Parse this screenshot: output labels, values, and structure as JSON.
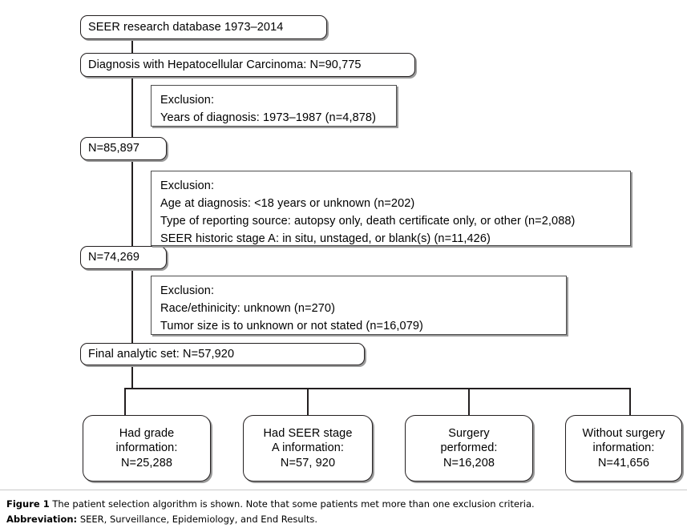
{
  "figure": {
    "nodes": {
      "source": "SEER research database 1973–2014",
      "diagnosis": "Diagnosis with Hepatocellular Carcinoma: N=90,775",
      "after_first": "N=85,897",
      "after_second": "N=74,269",
      "final": "Final analytic set: N=57,920"
    },
    "exclusions": [
      {
        "title": "Exclusion:",
        "lines": [
          "Years of diagnosis: 1973–1987 (n=4,878)"
        ]
      },
      {
        "title": "Exclusion:",
        "lines": [
          "Age at diagnosis: <18 years or unknown (n=202)",
          "Type of reporting source: autopsy only, death certificate only, or other (n=2,088)",
          "SEER historic stage A: in situ, unstaged, or blank(s) (n=11,426)"
        ]
      },
      {
        "title": "Exclusion:",
        "lines": [
          "Race/ethinicity: unknown (n=270)",
          "Tumor size is to unknown or not stated (n=16,079)"
        ]
      }
    ],
    "outcomes": [
      {
        "line1": "Had grade",
        "line2": "information:",
        "line3": "N=25,288"
      },
      {
        "line1": "Had SEER stage",
        "line2": "A information:",
        "line3": "N=57, 920"
      },
      {
        "line1": "Surgery",
        "line2": "performed:",
        "line3": "N=16,208"
      },
      {
        "line1": "Without surgery",
        "line2": "information:",
        "line3": "N=41,656"
      }
    ]
  },
  "caption": {
    "figure_label": "Figure 1",
    "figure_text": " The patient selection algorithm is shown. Note that some patients met more than one exclusion criteria.",
    "abbrev_label": "Abbreviation:",
    "abbrev_text": " SEER, Surveillance, Epidemiology, and End Results."
  },
  "colors": {
    "line": "#231f20",
    "box_border": "#4d4d4d",
    "shadow": "#9a9a9a",
    "background": "#ffffff"
  }
}
